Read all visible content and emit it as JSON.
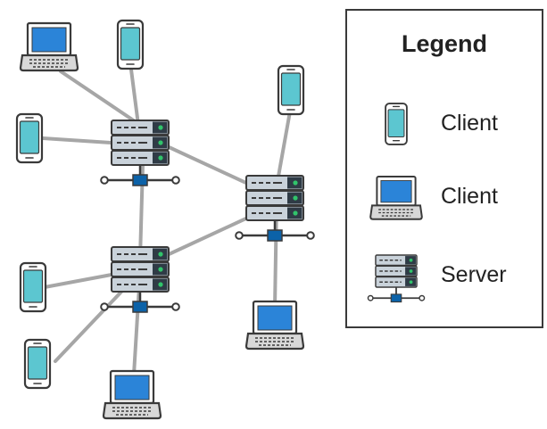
{
  "legend": {
    "title": "Legend",
    "items": [
      {
        "label": "Client",
        "icon": "phone-icon"
      },
      {
        "label": "Client",
        "icon": "laptop-icon"
      },
      {
        "label": "Server",
        "icon": "server-icon"
      }
    ]
  },
  "colors": {
    "screen": "#5cc6d0",
    "laptop_screen": "#2b84d8",
    "link": "#a6a6a6",
    "outline": "#3a3a3a",
    "server_unit": "#c9d2da",
    "led_green": "#31c46b",
    "base_blue": "#0c62a8"
  }
}
